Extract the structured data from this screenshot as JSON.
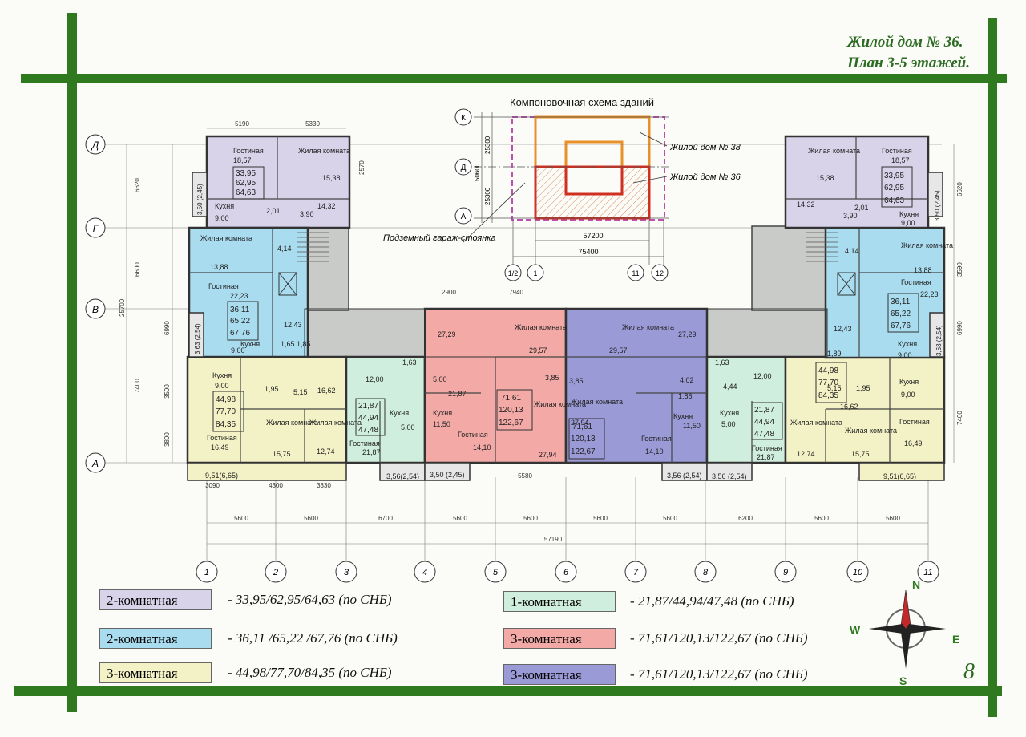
{
  "header": {
    "title_line1": "Жилой дом № 36.",
    "title_line2": "План 3-5 этажей."
  },
  "page_number": "8",
  "colors": {
    "frame_green": "#2f7a1f",
    "two_room_a": "#d9d3ea",
    "two_room_b": "#a9dcef",
    "three_room_a": "#f2f2c6",
    "one_room": "#cfeedd",
    "three_room_b": "#f3aaa6",
    "three_room_c": "#9a9ad6",
    "corridor": "#c9cbc8"
  },
  "scheme": {
    "title": "Компоновочная схема зданий",
    "label_house38": "Жилой дом № 38",
    "label_house36": "Жилой дом № 36",
    "label_garage": "Подземный гараж-стоянка",
    "axes_left": [
      "К",
      "Д",
      "А"
    ],
    "axes_bottom": [
      "1/2",
      "1",
      "11",
      "12"
    ],
    "dim_57200": "57200",
    "dim_75400": "75400",
    "dim_25300a": "25300",
    "dim_25300b": "25300",
    "dim_50600": "50600"
  },
  "axes": {
    "rows": [
      "Д",
      "Г",
      "В",
      "А"
    ],
    "columns": [
      "1",
      "2",
      "3",
      "4",
      "5",
      "6",
      "7",
      "8",
      "9",
      "10",
      "11"
    ]
  },
  "dimensions": {
    "bottom": [
      "5600",
      "5600",
      "6700",
      "5600",
      "5600",
      "5600",
      "5600",
      "6200",
      "5600",
      "5600"
    ],
    "overall": "57190",
    "top_left": [
      "5190",
      "5330"
    ],
    "top_mid": [
      "2900",
      "7940"
    ],
    "left_side": [
      "6620",
      "6600",
      "6990",
      "7400",
      "3500",
      "3800"
    ],
    "left_total": "25700",
    "right_side": [
      "6620",
      "3590",
      "6990",
      "7400"
    ],
    "wing_bottom_left": [
      "3090",
      "4300",
      "3330"
    ],
    "mid_bottom": "5580",
    "top_right_small": "2570"
  },
  "plan_labels": {
    "wing_left_top": {
      "living": "Гостиная",
      "living_area": "18,57",
      "room": "Жилая комната",
      "room_area": "15,38",
      "kitchen": "Кухня",
      "kitchen_area": "9,00",
      "hall": "14,32",
      "bath1": "2,01",
      "bath2": "3,90",
      "balcony": "3,50 (2,45)",
      "areas": [
        "33,95",
        "62,95",
        "64,63"
      ]
    },
    "wing_left_mid": {
      "room": "Жилая комната",
      "room_area": "13,88",
      "living": "Гостиная",
      "living_area": "22,23",
      "kitchen": "Кухня",
      "kitchen_area": "9,00",
      "hall": "12,43",
      "bath1": "4,14",
      "bath2": "1,65",
      "bath3": "1,85",
      "balcony": "3,63 (2,54)",
      "areas": [
        "36,11",
        "65,22",
        "67,76"
      ]
    },
    "apt_yellow_left": {
      "kitchen": "Кухня",
      "kitchen_area": "9,00",
      "room1": "Жилая комната",
      "room1_area": "15,75",
      "room2": "Жилая комната",
      "room2_area": "12,74",
      "living": "Гостиная",
      "living_area": "16,49",
      "hall": "16,62",
      "bath1": "1,95",
      "bath2": "5,15",
      "balcony": "9,51(6,65)",
      "areas": [
        "44,98",
        "77,70",
        "84,35"
      ]
    },
    "apt_green_left": {
      "kitchen": "Кухня",
      "kitchen_area": "5,00",
      "living": "Гостиная",
      "living_area": "21,87",
      "hall": "12,00",
      "bath": "1,63",
      "balcony": "3,56(2,54)",
      "areas": [
        "21,87",
        "44,94",
        "47,48"
      ]
    },
    "apt_red": {
      "room1_area": "27,29",
      "room2": "Жилая комната",
      "room2_area": "29,57",
      "hall": "5,00",
      "hall2": "21,87",
      "bath": "3,85",
      "kitchen": "Кухня",
      "kitchen_area": "11,50",
      "living": "Гостиная",
      "living_area": "14,10",
      "room3": "Жилая комната",
      "room3_area": "27,94",
      "balcony": "3,50 (2,45)",
      "areas": [
        "71,61",
        "120,13",
        "122,67"
      ]
    },
    "apt_blue": {
      "room1": "Жилая комната",
      "room1_area": "29,57",
      "room2_area": "27,29",
      "bath": "3,85",
      "bath2": "4,02",
      "bath3": "1,86",
      "room3": "Жилая комната",
      "room3_area": "27,94",
      "kitchen": "Кухня",
      "kitchen_area": "11,50",
      "living": "Гостиная",
      "living_area": "14,10",
      "balcony": "3,56 (2,54)",
      "areas": [
        "71,61",
        "120,13",
        "122,67"
      ]
    },
    "apt_green_right": {
      "hall": "12,00",
      "bath": "1,63",
      "bath2": "4,44",
      "kitchen": "Кухня",
      "kitchen_area": "5,00",
      "living": "Гостиная",
      "living_area": "21,87",
      "balcony": "3,56 (2,54)",
      "areas": [
        "21,87",
        "44,94",
        "47,48"
      ]
    },
    "apt_yellow_right": {
      "kitchen": "Кухня",
      "kitchen_area": "9,00",
      "hall": "16,62",
      "bath1": "5,15",
      "bath2": "1,95",
      "room1": "Жилая комната",
      "room1_area": "12,74",
      "room2": "Жилая комната",
      "room2_area": "15,75",
      "living": "Гостиная",
      "living_area": "16,49",
      "balcony": "9,51(6,65)",
      "areas": [
        "44,98",
        "77,70",
        "84,35"
      ]
    },
    "wing_right_top": {
      "room": "Жилая комната",
      "room_area": "15,38",
      "living": "Гостиная",
      "living_area": "18,57",
      "hall": "14,32",
      "kitchen": "Кухня",
      "kitchen_area": "9,00",
      "bath1": "2,01",
      "bath2": "3,90",
      "balcony": "3,50 (2,45)",
      "areas": [
        "33,95",
        "62,95",
        "64,63"
      ]
    },
    "wing_right_mid": {
      "room": "Жилая комната",
      "room_area": "13,88",
      "living": "Гостиная",
      "living_area": "22,23",
      "hall": "12,43",
      "kitchen": "Кухня",
      "kitchen_area": "9,00",
      "bath1": "4,14",
      "bath2": "1,89",
      "balcony": "3,63 (2,54)",
      "areas": [
        "36,11",
        "65,22",
        "67,76"
      ]
    }
  },
  "legend": [
    {
      "label": "2-комнатная",
      "value": "- 33,95/62,95/64,63  (по СНБ)",
      "color": "#d9d3ea"
    },
    {
      "label": "2-комнатная",
      "value": "- 36,11 /65,22 /67,76  (по СНБ)",
      "color": "#a9dcef"
    },
    {
      "label": "3-комнатная",
      "value": "- 44,98/77,70/84,35  (по СНБ)",
      "color": "#f2f2c6"
    },
    {
      "label": "1-комнатная",
      "value": "- 21,87/44,94/47,48  (по СНБ)",
      "color": "#cfeedd"
    },
    {
      "label": "3-комнатная",
      "value": "- 71,61/120,13/122,67 (по СНБ)",
      "color": "#f3aaa6"
    },
    {
      "label": "3-комнатная",
      "value": "- 71,61/120,13/122,67 (по СНБ)",
      "color": "#9a9ad6"
    }
  ],
  "compass": {
    "n": "N",
    "s": "S",
    "w": "W",
    "e": "E"
  }
}
